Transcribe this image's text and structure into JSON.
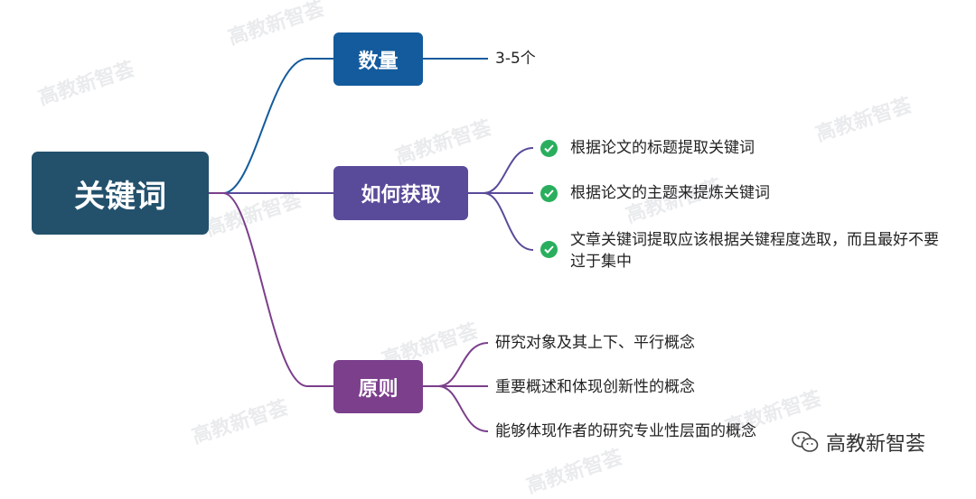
{
  "root": {
    "label": "关键词"
  },
  "branches": {
    "quantity": {
      "label": "数量",
      "children": [
        "3-5个"
      ]
    },
    "how": {
      "label": "如何获取",
      "children": [
        "根据论文的标题提取关键词",
        "根据论文的主题来提炼关键词",
        "文章关键词提取应该根据关键程度选取，而且最好不要过于集中"
      ]
    },
    "principle": {
      "label": "原则",
      "children": [
        "研究对象及其上下、平行概念",
        "重要概述和体现创新性的概念",
        "能够体现作者的研究专业性层面的概念"
      ]
    }
  },
  "watermark_text": "高教新智荟",
  "brand": {
    "name": "高教新智荟",
    "icon": "wechat-icon"
  },
  "colors": {
    "root": "#23516c",
    "quantity": "#135b9c",
    "how": "#5a4a9a",
    "principle": "#7b3f8c",
    "check": "#2aae5e"
  }
}
